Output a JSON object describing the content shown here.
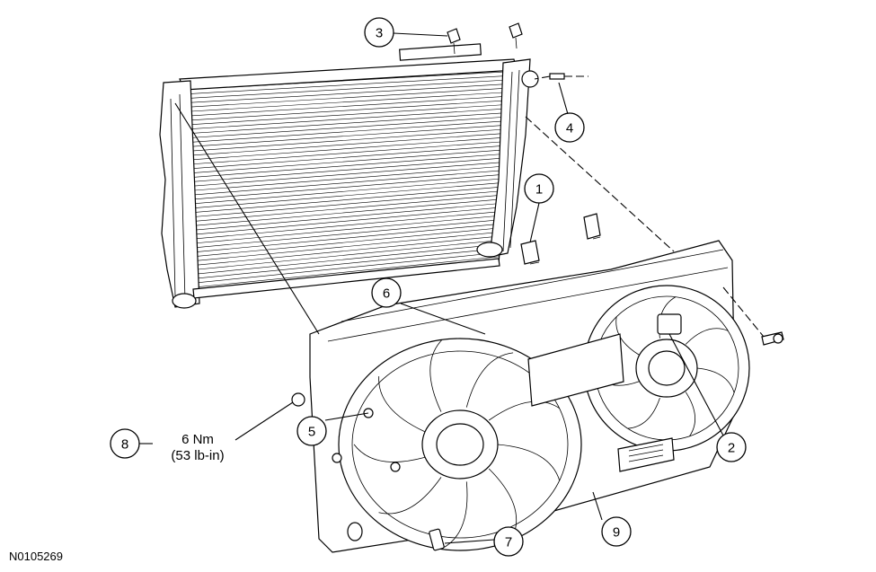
{
  "callouts": [
    {
      "id": "callout-1",
      "label": "1"
    },
    {
      "id": "callout-2",
      "label": "2"
    },
    {
      "id": "callout-3",
      "label": "3"
    },
    {
      "id": "callout-4",
      "label": "4"
    },
    {
      "id": "callout-5",
      "label": "5"
    },
    {
      "id": "callout-6",
      "label": "6"
    },
    {
      "id": "callout-7",
      "label": "7"
    },
    {
      "id": "callout-8",
      "label": "8"
    },
    {
      "id": "callout-9",
      "label": "9"
    }
  ],
  "torque_spec": {
    "metric": "6 Nm",
    "imperial": "(53 lb-in)"
  },
  "figure_id": "N0105269",
  "colors": {
    "line": "#000000",
    "background": "#ffffff"
  }
}
